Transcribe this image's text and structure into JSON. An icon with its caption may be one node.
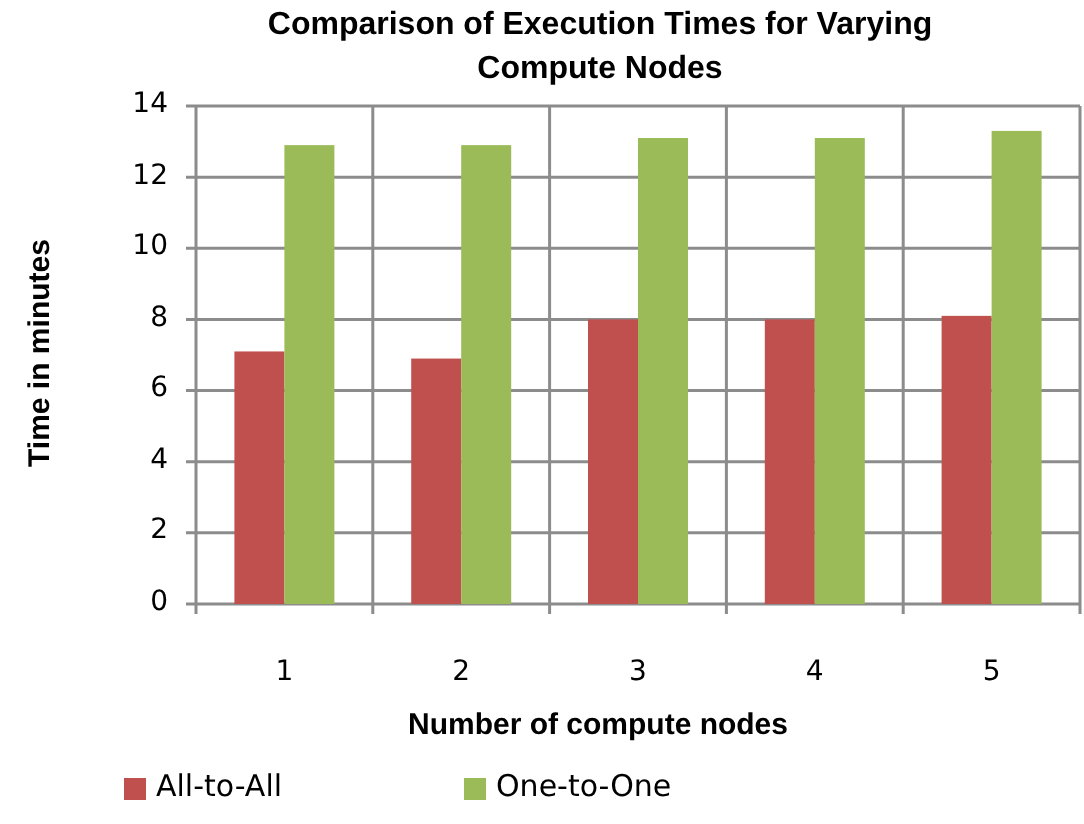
{
  "diagram": {
    "chart_data": {
      "type": "bar",
      "title": "Comparison of Execution Times for Varying Compute Nodes",
      "xlabel": "Number of compute nodes",
      "ylabel": "Time in minutes",
      "categories": [
        "1",
        "2",
        "3",
        "4",
        "5"
      ],
      "series": [
        {
          "name": "All-to-All",
          "color": "#c0504d",
          "values": [
            7.1,
            6.9,
            8.0,
            8.0,
            8.1
          ]
        },
        {
          "name": "One-to-One",
          "color": "#9bbb59",
          "values": [
            12.9,
            12.9,
            13.1,
            13.1,
            13.3
          ]
        }
      ],
      "grid": true,
      "legend": true,
      "ylim": [
        0,
        14
      ],
      "yticks": [
        0,
        2,
        4,
        6,
        8,
        10,
        12,
        14
      ]
    }
  }
}
